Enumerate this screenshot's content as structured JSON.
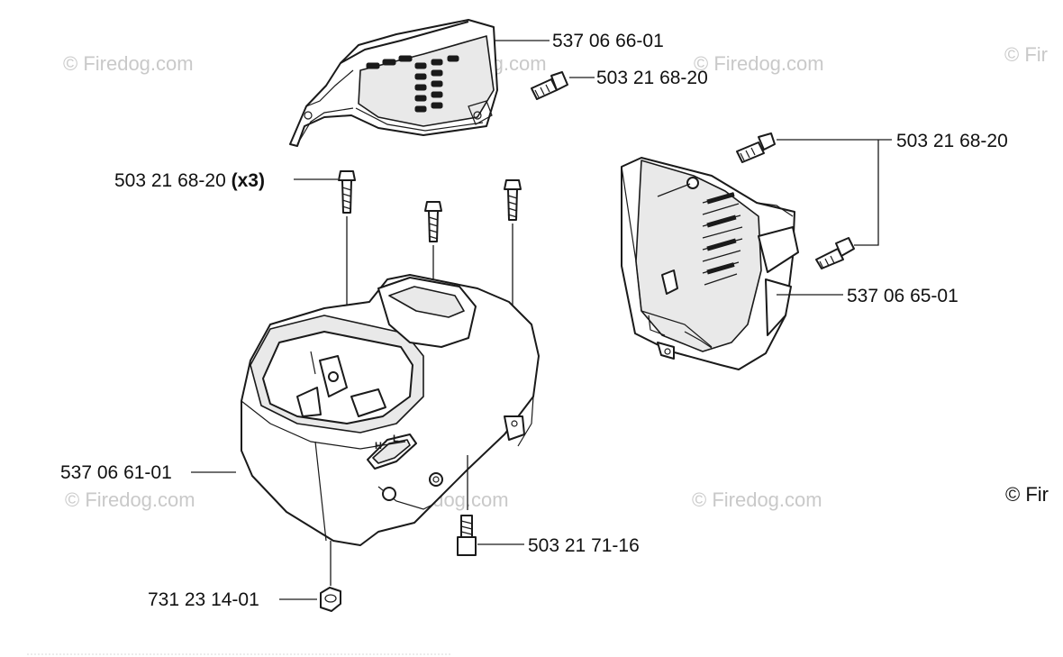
{
  "watermarks": {
    "w1": "© Firedog.com",
    "w2": "© Firedog.com",
    "w3": "© Firedog.com",
    "w4": "© Fir",
    "w5": "© Firedog.com",
    "w6": "© Firedog.com",
    "w7": "© Firedog.com",
    "w8": "© Fir"
  },
  "parts": {
    "top_cover": "537 06 66-01",
    "top_screw": "503 21 68-20",
    "right_screw": "503 21 68-20",
    "cylinder_screws": "503 21 68-20",
    "cylinder_screws_qty": "(x3)",
    "right_cover": "537 06 65-01",
    "cylinder_cover": "537 06 61-01",
    "bottom_screw": "503 21 71-16",
    "nut": "731 23 14-01"
  },
  "cover_markings": {
    "h": "H",
    "l": "L"
  }
}
